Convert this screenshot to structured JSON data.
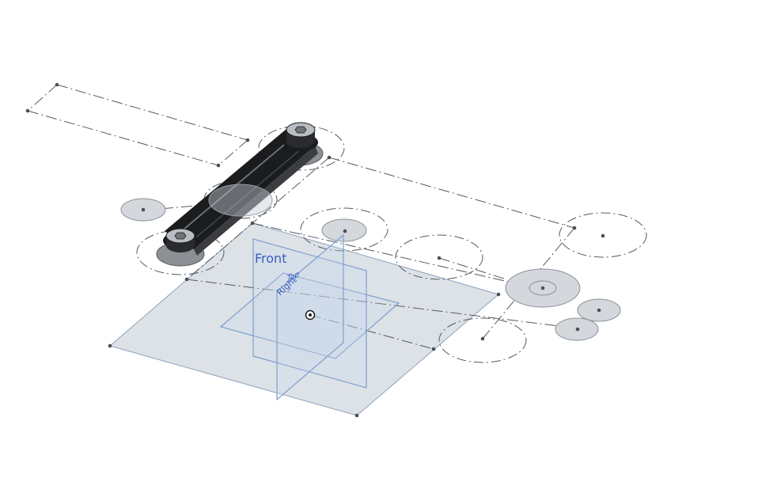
{
  "viewport": {
    "planes": {
      "front_label": "Front",
      "top_label": "Top",
      "right_label": "Right"
    }
  },
  "colors": {
    "background": "#ffffff",
    "sketch_line": "#555b60",
    "sketch_point": "#4a5056",
    "plane_fill": "#dde2e7",
    "plane_edge": "#8ea3bd",
    "default_plane": "#7f9fcc",
    "plane_label": "#3a5fc0",
    "part_dark": "#1b1c1e",
    "part_mid": "#3b3d40",
    "part_light": "#8c8f93",
    "disc_fill": "#d4d8dc"
  }
}
